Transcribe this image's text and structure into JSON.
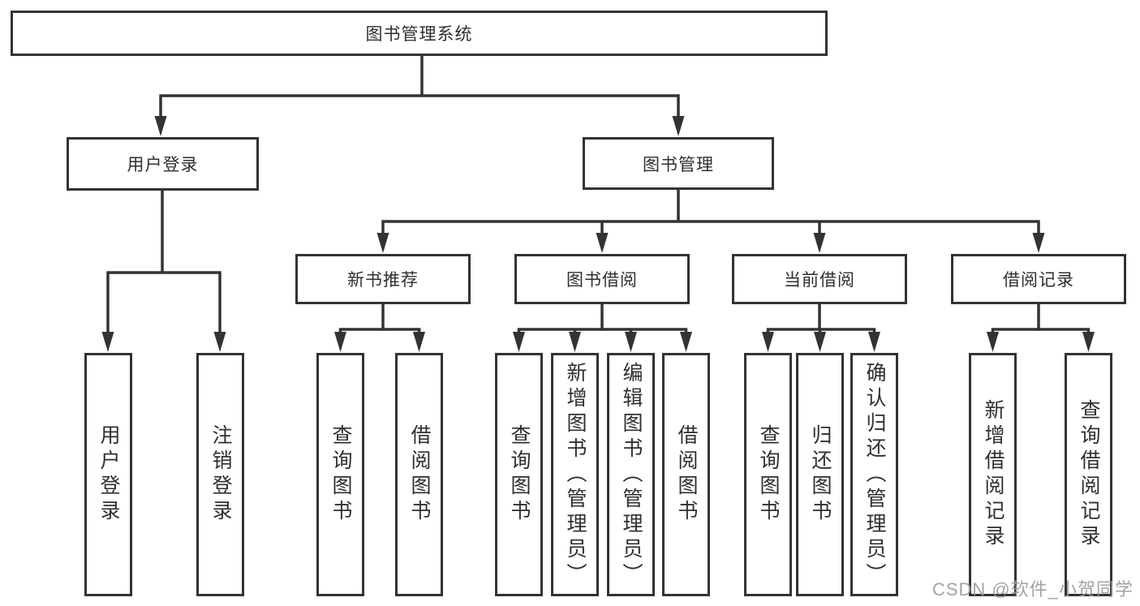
{
  "diagram_type": "hierarchy-tree",
  "colors": {
    "line": "#333333",
    "box_border": "#333333",
    "text": "#2f2f2f",
    "background": "#ffffff",
    "watermark": "#9c9c9c"
  },
  "nodes": {
    "root": "图书管理系统",
    "user_login": "用户登录",
    "book_mgmt": "图书管理",
    "new_book_rec": "新书推荐",
    "book_borrow": "图书借阅",
    "current_borrow": "当前借阅",
    "borrow_records": "借阅记录",
    "leaves": {
      "user_login": "用户登录",
      "logout": "注销登录",
      "rec_query_books": "查询图书",
      "rec_borrow_books": "借阅图书",
      "bor_query_books": "查询图书",
      "bor_add_books": "新增图书（管理员）",
      "bor_edit_books": "编辑图书（管理员）",
      "bor_borrow_books": "借阅图书",
      "cur_query_books": "查询图书",
      "cur_return_books": "归还图书",
      "cur_confirm_return": "确认归还（管理员）",
      "hist_add_record": "新增借阅记录",
      "hist_query_record": "查询借阅记录"
    }
  },
  "watermark": {
    "text": "CSDN @软件_小贺同学"
  }
}
